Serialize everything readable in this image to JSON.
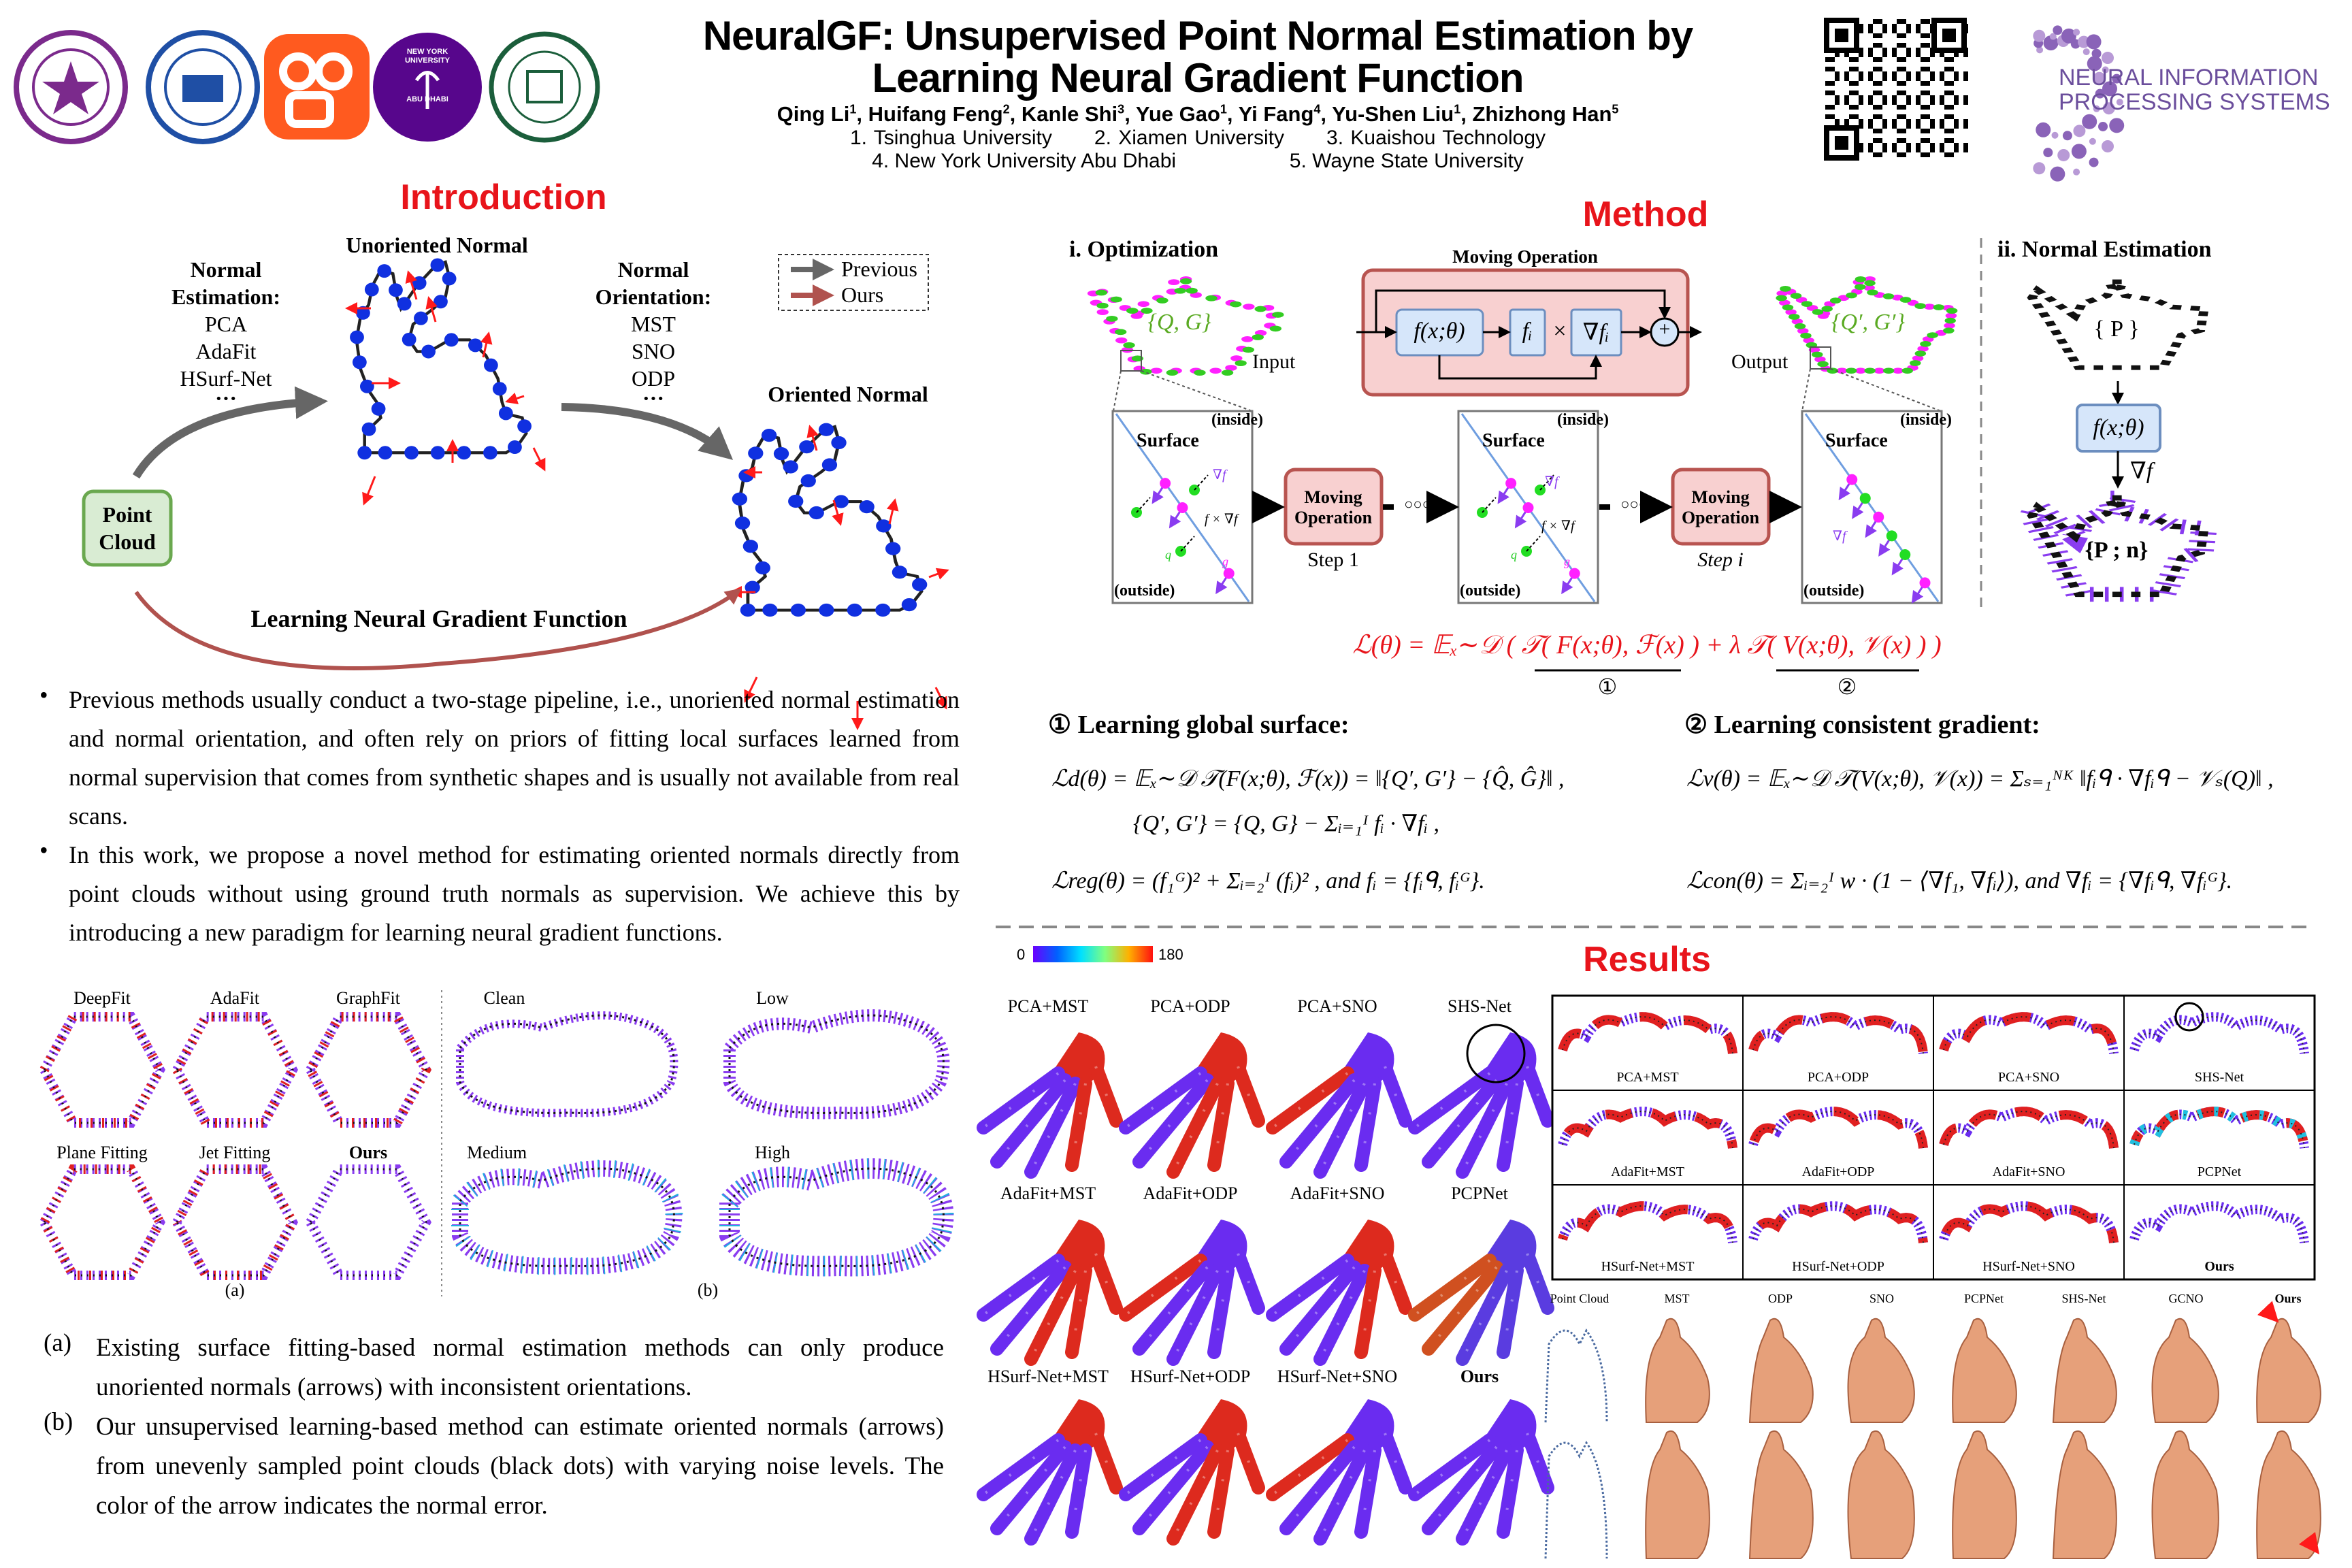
{
  "header": {
    "title_line1": "NeuralGF: Unsupervised Point Normal Estimation by",
    "title_line2": "Learning Neural Gradient Function",
    "authors": [
      {
        "name": "Qing Li",
        "sup": "1"
      },
      {
        "name": "Huifang Feng",
        "sup": "2"
      },
      {
        "name": "Kanle Shi",
        "sup": "3"
      },
      {
        "name": "Yue Gao",
        "sup": "1"
      },
      {
        "name": "Yi Fang",
        "sup": "4"
      },
      {
        "name": "Yu-Shen Liu",
        "sup": "1"
      },
      {
        "name": "Zhizhong Han",
        "sup": "5"
      }
    ],
    "affiliations_line1": [
      "1. Tsinghua University",
      "2. Xiamen University",
      "3. Kuaishou Technology"
    ],
    "affiliations_line2": [
      "4. New York University Abu Dhabi",
      "5. Wayne State University"
    ]
  },
  "logos": {
    "nyu": [
      "NEW YORK",
      "UNIVERSITY",
      "ABU DHABI"
    ],
    "neurips": [
      "NEURAL INFORMATION",
      "PROCESSING SYSTEMS"
    ]
  },
  "intro": {
    "heading": "Introduction",
    "unoriented_normal": "Unoriented Normal",
    "oriented_normal": "Oriented Normal",
    "estimation_title": [
      "Normal",
      "Estimation:"
    ],
    "estimation_methods": [
      "PCA",
      "AdaFit",
      "HSurf-Net",
      "···"
    ],
    "orientation_title": [
      "Normal",
      "Orientation:"
    ],
    "orientation_methods": [
      "MST",
      "SNO",
      "ODP",
      "···"
    ],
    "legend": {
      "previous": "Previous",
      "ours": "Ours"
    },
    "point_cloud": [
      "Point",
      "Cloud"
    ],
    "learning": "Learning Neural Gradient Function",
    "bullets": [
      "Previous methods usually conduct a two-stage pipeline, i.e., unoriented normal estimation and normal orientation, and often rely on priors of fitting local surfaces learned from normal supervision that comes from synthetic shapes and is usually not available from real scans.",
      "In this work, we propose a novel method for estimating oriented normals directly from point clouds without using ground truth normals as supervision. We achieve this by introducing a new paradigm for learning neural gradient functions."
    ],
    "figure_a_labels": [
      "DeepFit",
      "AdaFit",
      "GraphFit",
      "Plane Fitting",
      "Jet Fitting",
      "Ours"
    ],
    "figure_b_labels": [
      "Clean",
      "Low",
      "Medium",
      "High"
    ],
    "figure_a_tag": "(a)",
    "figure_b_tag": "(b)",
    "captions": [
      {
        "tag": "(a)",
        "text": "Existing surface fitting-based normal estimation methods can only produce unoriented normals (arrows) with inconsistent orientations."
      },
      {
        "tag": "(b)",
        "text": "Our unsupervised learning-based method can estimate oriented normals (arrows) from unevenly sampled point clouds (black dots) with varying noise levels. The color of the arrow indicates the normal error."
      }
    ]
  },
  "method": {
    "heading": "Method",
    "optimization": "i. Optimization",
    "normal_estimation": "ii. Normal Estimation",
    "moving_operation": "Moving Operation",
    "moving_box": [
      "Moving",
      "Operation"
    ],
    "input": "Input",
    "output": "Output",
    "input_set": "{Q, G}",
    "output_set": "{Q′, G′}",
    "f": "f(x;θ)",
    "fi": "fᵢ",
    "times": "×",
    "grad_fi": "∇fᵢ",
    "plus": "+",
    "grad_f": "∇f",
    "p_set": "{ P }",
    "pn_set": "{P ; n}",
    "surface": "Surface",
    "inside": "(inside)",
    "outside": "(outside)",
    "step1": "Step 1",
    "stepi": "Step i",
    "dots": "○○○",
    "panel_grad": "∇f",
    "panel_move": "f × ∇f",
    "panel_q": "q",
    "panel_g": "g",
    "loss": "ℒ(θ) = 𝔼ₓ∼𝒟 ( 𝒯( F(x;θ), ℱ(x) ) + λ 𝒯( V(x;θ), 𝒱(x) ) )",
    "circle1": "①",
    "circle2": "②",
    "section1": "① Learning global surface:",
    "section2": "② Learning consistent gradient:",
    "eq_ld": "ℒd(θ) = 𝔼ₓ∼𝒟 𝒯(F(x;θ), ℱ(x)) = ‖{Q′, G′} − {Q̂, Ĝ}‖ ,",
    "eq_qg": "{Q′, G′} = {Q, G} − Σᵢ₌₁ᴵ fᵢ · ∇fᵢ ,",
    "eq_reg": "ℒreg(θ) = (f₁ᴳ)² + Σᵢ₌₂ᴵ (fᵢ)² ,  and  fᵢ = {fᵢᑫ, fᵢᴳ}.",
    "eq_lv": "ℒv(θ) = 𝔼ₓ∼𝒟 𝒯(V(x;θ), 𝒱(x)) = Σₛ₌₁ᴺᴷ ‖fᵢᑫ · ∇fᵢᑫ − 𝒱ₛ(Q)‖ ,",
    "eq_con": "ℒcon(θ) = Σᵢ₌₂ᴵ w · (1 − ⟨∇f₁, ∇fᵢ⟩),  and  ∇fᵢ = {∇fᵢᑫ, ∇fᵢᴳ}."
  },
  "results": {
    "heading": "Results",
    "colorbar": {
      "min": "0",
      "max": "180"
    },
    "hand_labels": [
      "PCA+MST",
      "PCA+ODP",
      "PCA+SNO",
      "SHS-Net",
      "AdaFit+MST",
      "AdaFit+ODP",
      "AdaFit+SNO",
      "PCPNet",
      "HSurf-Net+MST",
      "HSurf-Net+ODP",
      "HSurf-Net+SNO",
      "Ours"
    ],
    "grid_labels": [
      "PCA+MST",
      "PCA+ODP",
      "PCA+SNO",
      "SHS-Net",
      "AdaFit+MST",
      "AdaFit+ODP",
      "AdaFit+SNO",
      "PCPNet",
      "HSurf-Net+MST",
      "HSurf-Net+ODP",
      "HSurf-Net+SNO",
      "Ours"
    ],
    "recon_labels": [
      "Point Cloud",
      "MST",
      "ODP",
      "SNO",
      "PCPNet",
      "SHS-Net",
      "GCNO",
      "Ours"
    ]
  },
  "colors": {
    "accent_red": "#e8141b",
    "purple": "#6a2cf0",
    "error_red": "#d8261e",
    "box_red": "#f8d0d0",
    "box_blue": "#d6e6fa",
    "point_cloud_green": "#d9ecd3",
    "skin": "#e6a07a"
  }
}
